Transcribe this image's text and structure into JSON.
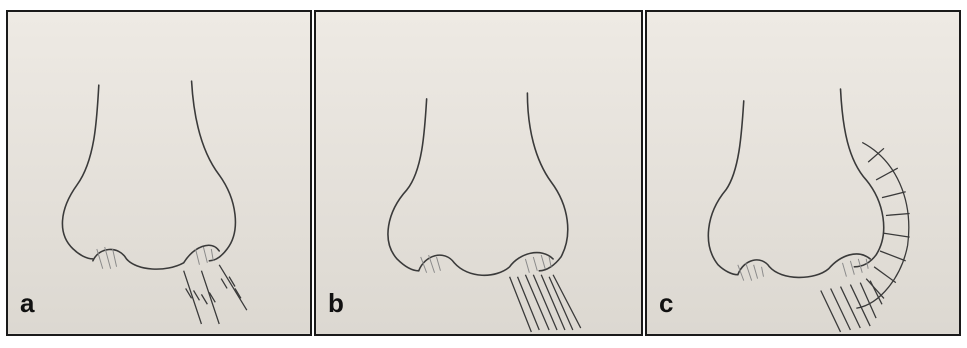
{
  "figure": {
    "panels": [
      {
        "id": "a",
        "label": "a"
      },
      {
        "id": "b",
        "label": "b"
      },
      {
        "id": "c",
        "label": "c"
      }
    ],
    "colors": {
      "pencil": "#3a3a3a",
      "paper_top": "#eeeae4",
      "paper_bottom": "#e0dcd5",
      "shading": "#8a8a8a"
    }
  }
}
